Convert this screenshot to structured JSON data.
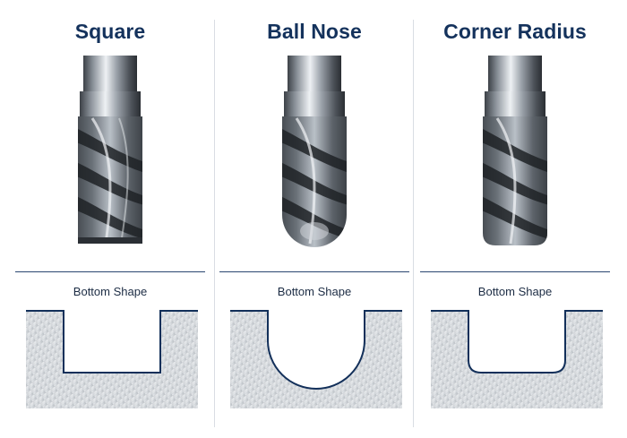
{
  "columns": [
    {
      "title": "Square",
      "shape_label": "Bottom Shape"
    },
    {
      "title": "Ball Nose",
      "shape_label": "Bottom Shape"
    },
    {
      "title": "Corner Radius",
      "shape_label": "Bottom Shape"
    }
  ],
  "colors": {
    "title": "#14325c",
    "outline": "#13305a",
    "metal_light": "#dfe3e8",
    "metal_dark": "#4a4f56"
  },
  "icons": [
    "square-end-mill-icon",
    "ball-nose-end-mill-icon",
    "corner-radius-end-mill-icon"
  ]
}
